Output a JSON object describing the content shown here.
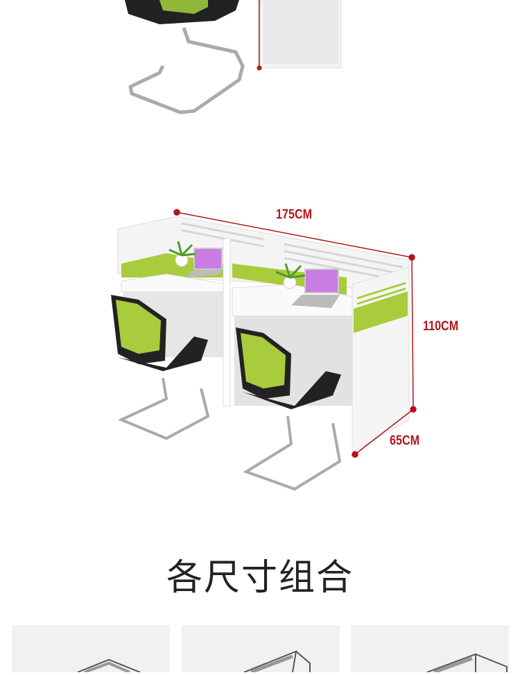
{
  "product_image": {
    "dimensions": {
      "width_label": "175CM",
      "height_label": "110CM",
      "depth_label": "65CM",
      "line_color": "#b3141b"
    },
    "accent_color": "#a8cc3c"
  },
  "section": {
    "title": "各尺寸组合"
  },
  "thumbnails": [
    {
      "name": "combo-1"
    },
    {
      "name": "combo-2"
    },
    {
      "name": "combo-3"
    }
  ]
}
